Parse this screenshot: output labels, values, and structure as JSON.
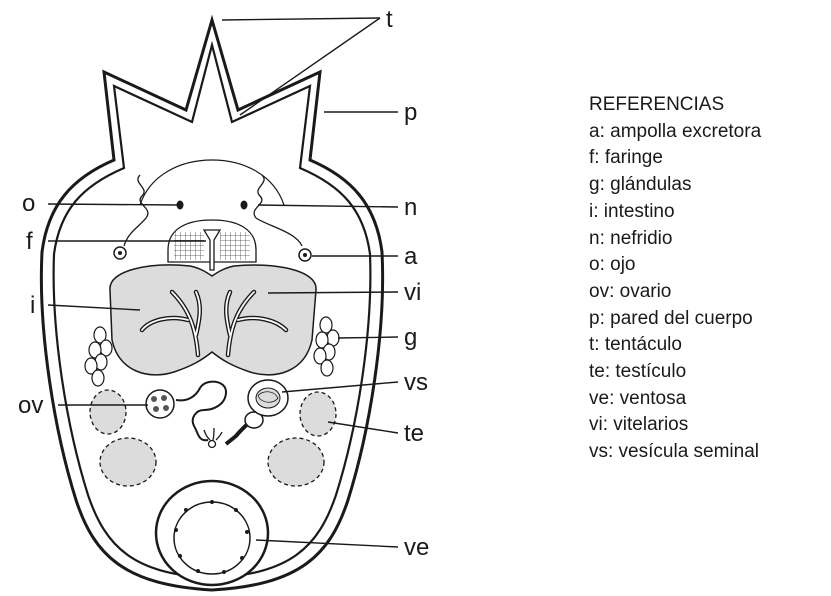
{
  "diagram": {
    "labels": {
      "t": "t",
      "p": "p",
      "o": "o",
      "n": "n",
      "f": "f",
      "a": "a",
      "i": "i",
      "vi": "vi",
      "g": "g",
      "ov": "ov",
      "vs": "vs",
      "te": "te",
      "ve": "ve"
    }
  },
  "legend": {
    "title": "REFERENCIAS",
    "items": [
      "a: ampolla excretora",
      "f: faringe",
      "g: glándulas",
      "i: intestino",
      "n: nefridio",
      "o: ojo",
      "ov: ovario",
      "p: pared del cuerpo",
      "t: tentáculo",
      "te: testículo",
      "ve: ventosa",
      "vi: vitelarios",
      "vs: vesícula seminal"
    ]
  }
}
